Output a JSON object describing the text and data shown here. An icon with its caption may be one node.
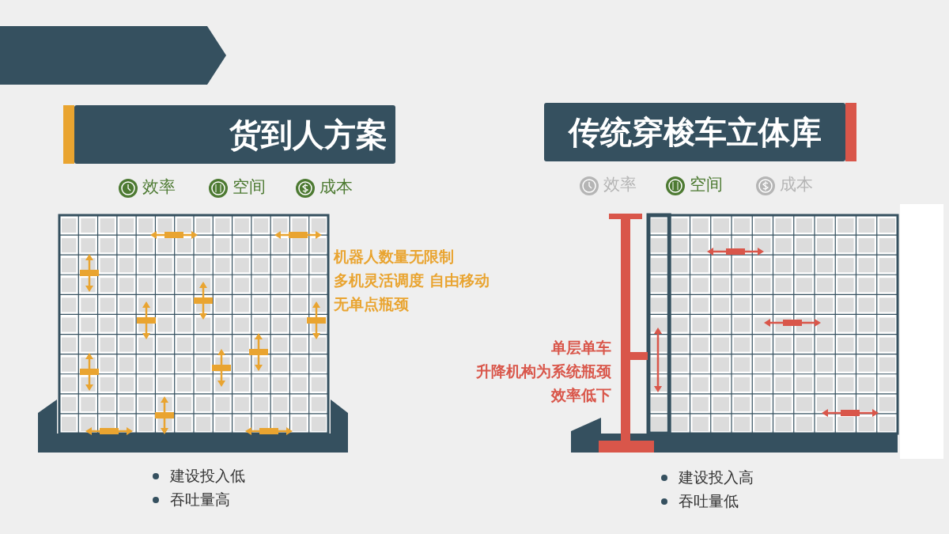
{
  "diagram": {
    "labels": [
      "货到人方案",
      "效率",
      "空间",
      "成本",
      "机器人数量无限制",
      "多机灵活调度 自由移动",
      "无单点瓶颈",
      "建设投入低",
      "吞吐量高",
      "传统穿梭车立体库",
      "效率",
      "空间",
      "成本",
      "单层单车",
      "升降机构为系统瓶颈",
      "效率低下",
      "建设投入高",
      "吞吐量低"
    ]
  }
}
